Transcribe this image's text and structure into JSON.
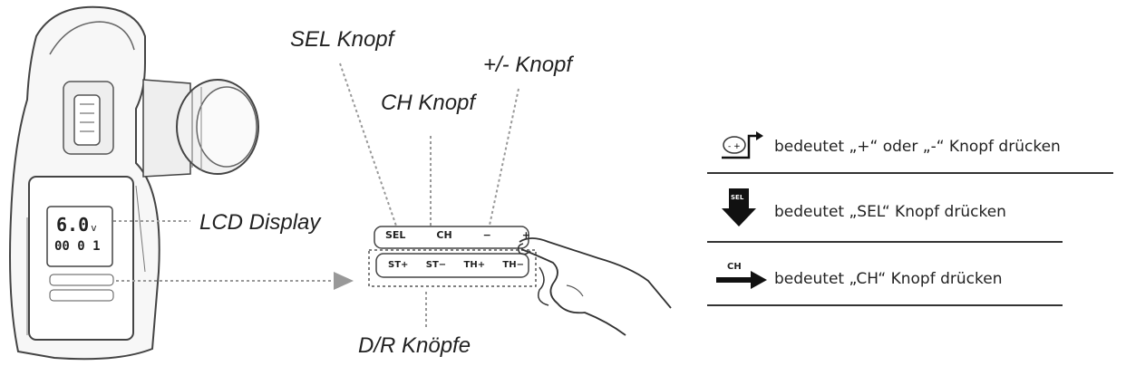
{
  "labels": {
    "sel": "SEL Knopf",
    "ch": "CH Knopf",
    "plusminus": "+/- Knopf",
    "lcd": "LCD Display",
    "dr": "D/R Knöpfe"
  },
  "display": {
    "voltage": "6.0",
    "voltage_unit": "v",
    "timer": "00 0 1"
  },
  "panel": {
    "top_buttons": [
      "SEL",
      "CH",
      "−",
      "+"
    ],
    "bottom_buttons": [
      "ST+",
      "ST−",
      "TH+",
      "TH−"
    ]
  },
  "legend": [
    {
      "icon": "plus-minus-press-icon",
      "text": "bedeutet „+“ oder „-“ Knopf drücken"
    },
    {
      "icon": "sel-press-icon",
      "icon_label": "SEL",
      "text": "bedeutet „SEL“ Knopf drücken"
    },
    {
      "icon": "ch-press-icon",
      "icon_label": "CH",
      "text": "bedeutet „CH“ Knopf drücken"
    }
  ]
}
